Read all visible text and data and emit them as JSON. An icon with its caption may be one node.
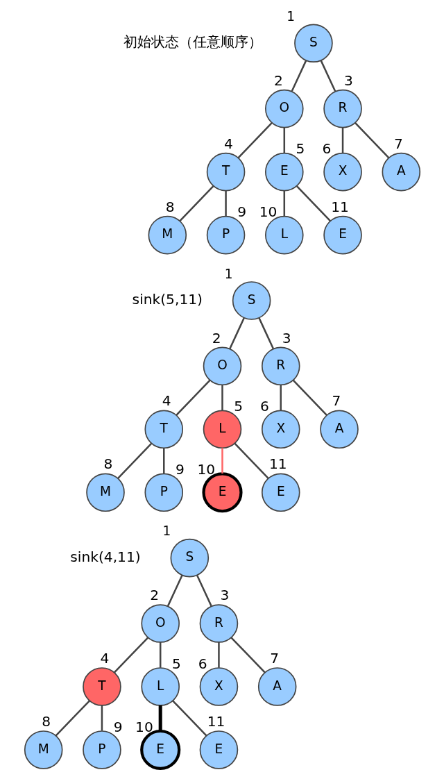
{
  "diagram": {
    "nodes": [
      {
        "text": [
          "S"
        ],
        "beside": [
          "1"
        ]
      },
      {
        "text": [
          "O"
        ],
        "beside": [
          "2"
        ]
      },
      {
        "text": [
          "R"
        ],
        "beside": [
          "3"
        ]
      },
      {
        "text": [
          "T"
        ],
        "beside": [
          "4"
        ]
      },
      {
        "text": [
          "E"
        ],
        "beside": [
          "5"
        ]
      },
      {
        "text": [
          "X"
        ],
        "beside": [
          "6"
        ]
      },
      {
        "text": [
          "A"
        ],
        "beside": [
          "7"
        ]
      },
      {
        "text": [
          "M"
        ],
        "beside": [
          "8"
        ]
      },
      {
        "text": [
          "P"
        ],
        "beside": [
          "9"
        ]
      },
      {
        "text": [
          "L"
        ],
        "beside": [
          "10"
        ]
      },
      {
        "text": [
          "E"
        ],
        "beside": [
          "11"
        ]
      },
      {
        "text": [
          "S"
        ],
        "beside": [
          "1"
        ]
      },
      {
        "text": [
          "O"
        ],
        "beside": [
          "2"
        ]
      },
      {
        "text": [
          "R"
        ],
        "beside": [
          "3"
        ]
      },
      {
        "text": [
          "T"
        ],
        "beside": [
          "4"
        ]
      },
      {
        "text": [
          "L"
        ],
        "beside": [
          "5"
        ]
      },
      {
        "text": [
          "X"
        ],
        "beside": [
          "6"
        ]
      },
      {
        "text": [
          "A"
        ],
        "beside": [
          "7"
        ]
      },
      {
        "text": [
          "M"
        ],
        "beside": [
          "8"
        ]
      },
      {
        "text": [
          "P"
        ],
        "beside": [
          "9"
        ]
      },
      {
        "text": [
          "E"
        ],
        "beside": [
          "10"
        ]
      },
      {
        "text": [
          "E"
        ],
        "beside": [
          "11"
        ]
      },
      {
        "text": [
          "S"
        ],
        "beside": [
          "1"
        ]
      },
      {
        "text": [
          "O"
        ],
        "beside": [
          "2"
        ]
      },
      {
        "text": [
          "R"
        ],
        "beside": [
          "3"
        ]
      },
      {
        "text": [
          "T"
        ],
        "beside": [
          "4"
        ]
      },
      {
        "text": [
          "L"
        ],
        "beside": [
          "5"
        ]
      },
      {
        "text": [
          "X"
        ],
        "beside": [
          "6"
        ]
      },
      {
        "text": [
          "A"
        ],
        "beside": [
          "7"
        ]
      },
      {
        "text": [
          "M"
        ],
        "beside": [
          "8"
        ]
      },
      {
        "text": [
          "P"
        ],
        "beside": [
          "9"
        ]
      },
      {
        "text": [
          "E"
        ],
        "beside": [
          "10"
        ]
      },
      {
        "text": [
          "E"
        ],
        "beside": [
          "11"
        ]
      }
    ],
    "edges": [
      {
        "from": 0,
        "to": 1,
        "arrow": "none"
      },
      {
        "from": 0,
        "to": 2,
        "arrow": "none"
      },
      {
        "from": 1,
        "to": 3,
        "arrow": "none"
      },
      {
        "from": 1,
        "to": 4,
        "arrow": "none"
      },
      {
        "from": 2,
        "to": 5,
        "arrow": "none"
      },
      {
        "from": 2,
        "to": 6,
        "arrow": "none"
      },
      {
        "from": 3,
        "to": 7,
        "arrow": "none"
      },
      {
        "from": 3,
        "to": 8,
        "arrow": "none"
      },
      {
        "from": 4,
        "to": 9,
        "arrow": "none"
      },
      {
        "from": 4,
        "to": 10,
        "arrow": "none"
      },
      {
        "from": 11,
        "to": 12,
        "arrow": "none"
      },
      {
        "from": 11,
        "to": 13,
        "arrow": "none"
      },
      {
        "from": 12,
        "to": 14,
        "arrow": "none"
      },
      {
        "from": 12,
        "to": 15,
        "arrow": "none"
      },
      {
        "from": 13,
        "to": 16,
        "arrow": "none"
      },
      {
        "from": 13,
        "to": 17,
        "arrow": "none"
      },
      {
        "from": 14,
        "to": 18,
        "arrow": "none"
      },
      {
        "from": 14,
        "to": 19,
        "arrow": "none"
      },
      {
        "from": 15,
        "to": 20,
        "arrow": "none",
        "color": "#ff6666"
      },
      {
        "from": 15,
        "to": 21,
        "arrow": "none"
      },
      {
        "from": 22,
        "to": 23,
        "arrow": "none"
      },
      {
        "from": 22,
        "to": 24,
        "arrow": "none"
      },
      {
        "from": 23,
        "to": 25,
        "arrow": "none"
      },
      {
        "from": 23,
        "to": 26,
        "arrow": "none"
      },
      {
        "from": 24,
        "to": 27,
        "arrow": "none"
      },
      {
        "from": 24,
        "to": 28,
        "arrow": "none"
      },
      {
        "from": 25,
        "to": 29,
        "arrow": "none"
      },
      {
        "from": 25,
        "to": 30,
        "arrow": "none"
      },
      {
        "from": 26,
        "to": 31,
        "arrow": "none",
        "style": "thick"
      },
      {
        "from": 26,
        "to": 32,
        "arrow": "none"
      }
    ],
    "labels": [
      "初始状态（任意顺序）",
      "sink(5,11)",
      "sink(4,11)"
    ]
  }
}
